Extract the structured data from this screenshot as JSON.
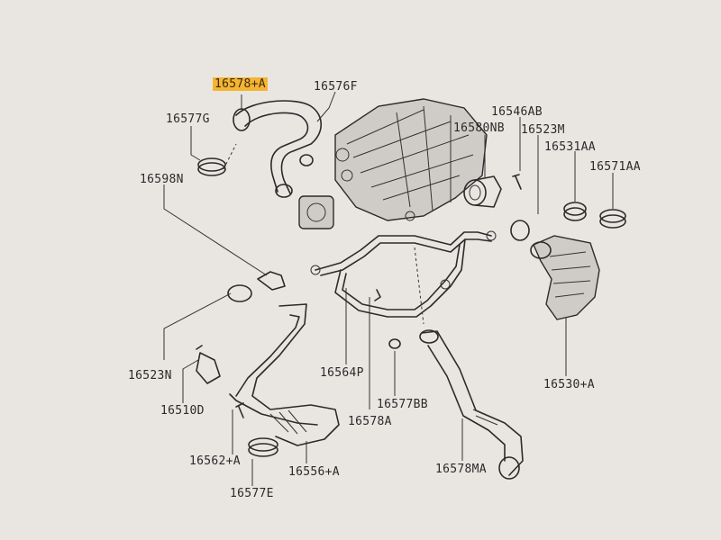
{
  "diagram": {
    "labels": {
      "p16578A_plus": "16578+A",
      "p16576F": "16576F",
      "p16577G": "16577G",
      "p16546AB": "16546AB",
      "p16580NB": "16580NB",
      "p16523M": "16523M",
      "p16531AA": "16531AA",
      "p16571AA": "16571AA",
      "p16598N": "16598N",
      "p16523N": "16523N",
      "p16564P": "16564P",
      "p16530A": "16530+A",
      "p16510D": "16510D",
      "p16577BB": "16577BB",
      "p16578A": "16578A",
      "p16562A": "16562+A",
      "p16556A": "16556+A",
      "p16578MA": "16578MA",
      "p16577E": "16577E"
    },
    "highlight_color": "#f5b431"
  }
}
